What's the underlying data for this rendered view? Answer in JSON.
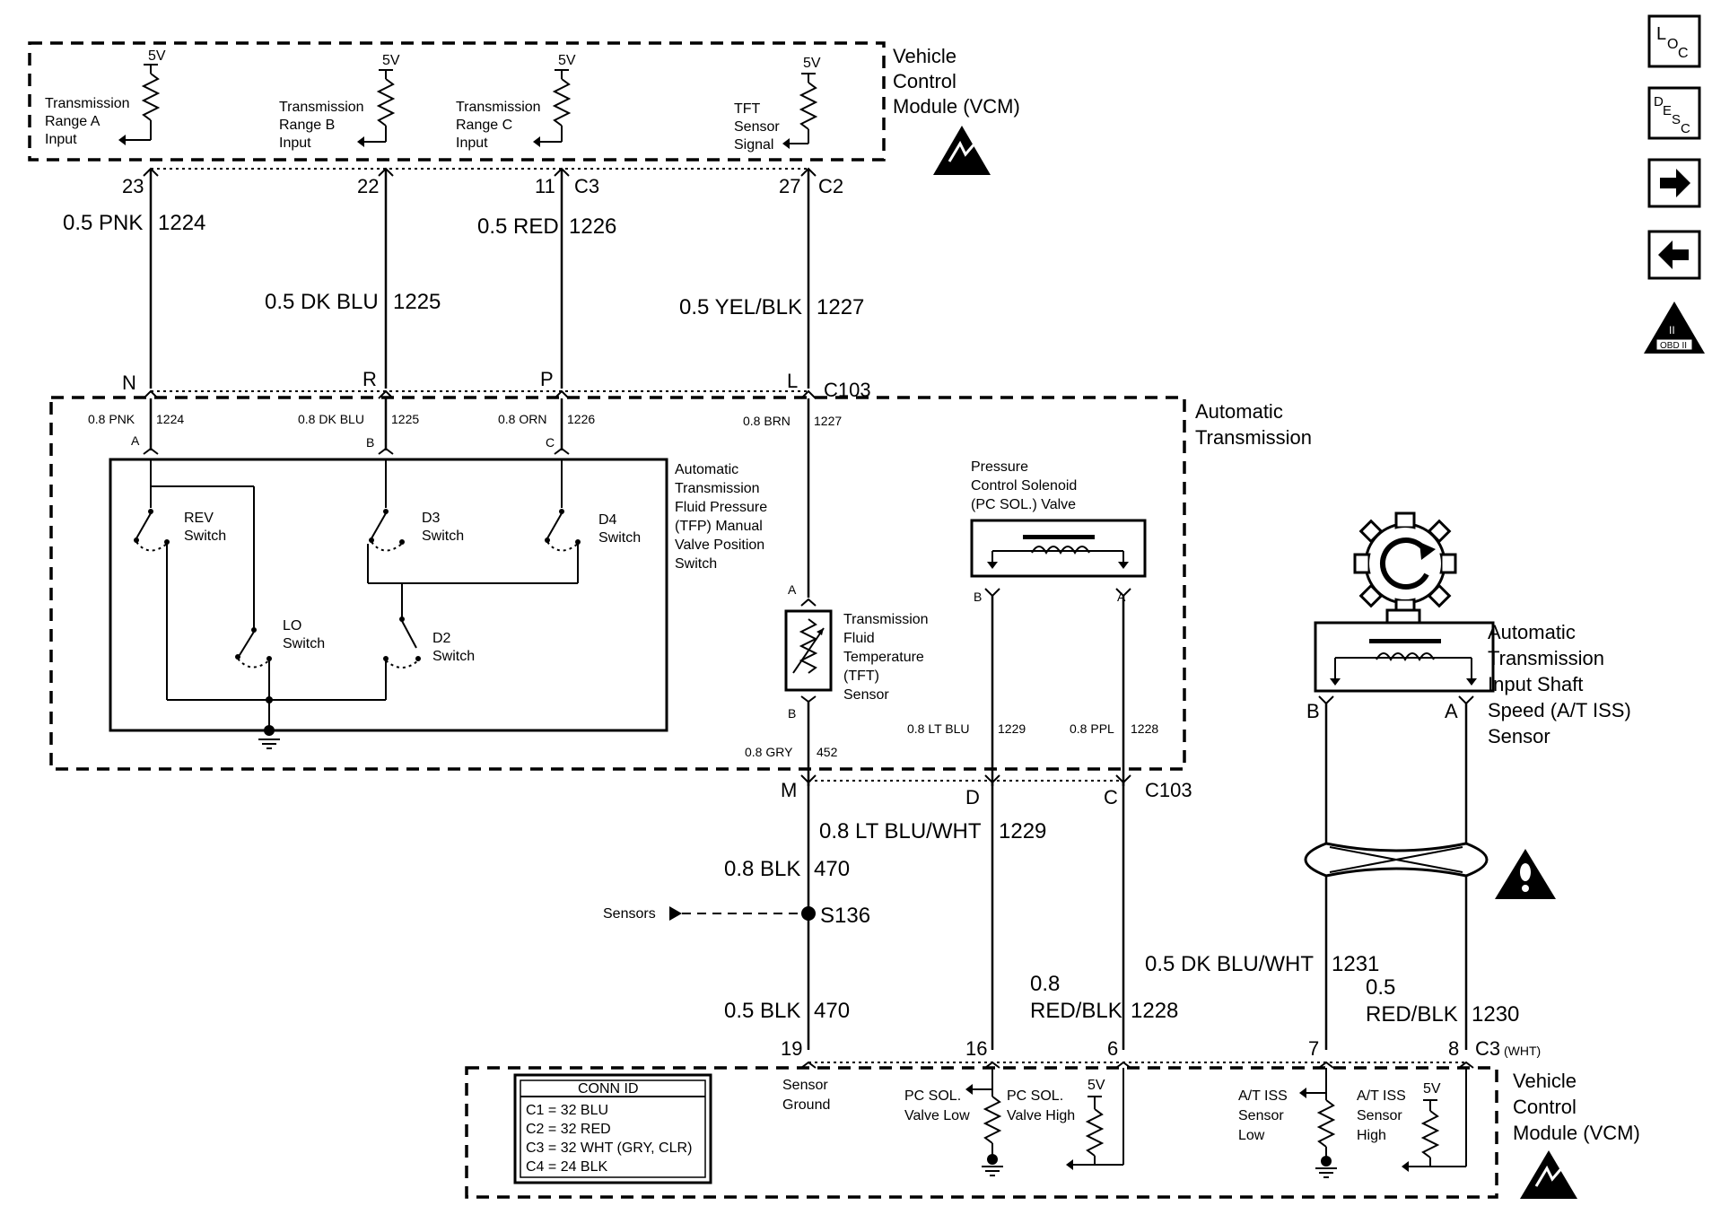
{
  "vcm_top": {
    "title_lines": [
      "Vehicle",
      "Control",
      "Module (VCM)"
    ],
    "supply": "5V",
    "inputs": [
      {
        "lines": [
          "Transmission",
          "Range A",
          "Input"
        ]
      },
      {
        "lines": [
          "Transmission",
          "Range B",
          "Input"
        ]
      },
      {
        "lines": [
          "Transmission",
          "Range C",
          "Input"
        ]
      },
      {
        "lines": [
          "TFT",
          "Sensor",
          "Signal"
        ]
      }
    ]
  },
  "top_pins": [
    {
      "pin": "23",
      "connector": ""
    },
    {
      "pin": "22",
      "connector": ""
    },
    {
      "pin": "11",
      "connector": "C3"
    },
    {
      "pin": "27",
      "connector": "C2"
    }
  ],
  "top_wires": [
    {
      "gauge_color": "0.5 PNK",
      "circuit": "1224"
    },
    {
      "gauge_color": "0.5 DK BLU",
      "circuit": "1225"
    },
    {
      "gauge_color": "0.5 RED",
      "circuit": "1226"
    },
    {
      "gauge_color": "0.5 YEL/BLK",
      "circuit": "1227"
    }
  ],
  "c103_top": {
    "pins": [
      "N",
      "R",
      "P",
      "L"
    ],
    "connector": "C103"
  },
  "transmission": {
    "title_lines": [
      "Automatic",
      "Transmission"
    ],
    "inner_wires": [
      {
        "gauge_color": "0.8 PNK",
        "circuit": "1224",
        "terminal": "A"
      },
      {
        "gauge_color": "0.8 DK BLU",
        "circuit": "1225",
        "terminal": "B"
      },
      {
        "gauge_color": "0.8 ORN",
        "circuit": "1226",
        "terminal": "C"
      },
      {
        "gauge_color": "0.8 BRN",
        "circuit": "1227",
        "terminal": "A"
      }
    ],
    "tfp_switch": {
      "title_lines": [
        "Automatic",
        "Transmission",
        "Fluid Pressure",
        "(TFP) Manual",
        "Valve Position",
        "Switch"
      ],
      "switches": [
        {
          "lines": [
            "REV",
            "Switch"
          ]
        },
        {
          "lines": [
            "D3",
            "Switch"
          ]
        },
        {
          "lines": [
            "D4",
            "Switch"
          ]
        },
        {
          "lines": [
            "LO",
            "Switch"
          ]
        },
        {
          "lines": [
            "D2",
            "Switch"
          ]
        }
      ]
    },
    "tft_sensor": {
      "lines": [
        "Transmission",
        "Fluid",
        "Temperature",
        "(TFT)",
        "Sensor"
      ],
      "terminal_top": "A",
      "terminal_bottom": "B",
      "wire": {
        "gauge_color": "0.8 GRY",
        "circuit": "452"
      }
    },
    "pc_solenoid": {
      "lines": [
        "Pressure",
        "Control Solenoid",
        "(PC SOL.) Valve"
      ],
      "terminal_b": "B",
      "terminal_a": "A",
      "wire_b": {
        "gauge_color": "0.8 LT BLU",
        "circuit": "1229"
      },
      "wire_a": {
        "gauge_color": "0.8 PPL",
        "circuit": "1228"
      }
    }
  },
  "c103_bottom": {
    "pins": [
      "M",
      "D",
      "C"
    ],
    "connector": "C103"
  },
  "iss_sensor": {
    "lines": [
      "Automatic",
      "Transmission",
      "Input Shaft",
      "Speed (A/T ISS)",
      "Sensor"
    ],
    "terminal_b": "B",
    "terminal_a": "A"
  },
  "bottom_wires": {
    "pc_high": {
      "gauge_color": "0.8 LT BLU/WHT",
      "circuit": "1229"
    },
    "blk_upper": {
      "gauge_color": "0.8 BLK",
      "circuit": "470"
    },
    "splice": {
      "label": "Sensors",
      "name": "S136"
    },
    "blk_lower": {
      "gauge_color": "0.5 BLK",
      "circuit": "470"
    },
    "pc_low_lines": [
      "0.8",
      "RED/BLK"
    ],
    "pc_low_circuit": "1228",
    "iss_low": {
      "gauge_color": "0.5 DK BLU/WHT",
      "circuit": "1231"
    },
    "iss_high_lines": [
      "0.5",
      "RED/BLK"
    ],
    "iss_high_circuit": "1230"
  },
  "bottom_pins": [
    {
      "pin": "19"
    },
    {
      "pin": "16"
    },
    {
      "pin": "6"
    },
    {
      "pin": "7"
    },
    {
      "pin": "8"
    }
  ],
  "bottom_connector": {
    "name": "C3",
    "note": "(WHT)"
  },
  "vcm_bottom": {
    "title_lines": [
      "Vehicle",
      "Control",
      "Module (VCM)"
    ],
    "supply": "5V",
    "labels": [
      {
        "lines": [
          "Sensor",
          "Ground"
        ]
      },
      {
        "lines": [
          "PC SOL.",
          "Valve Low"
        ]
      },
      {
        "lines": [
          "PC SOL.",
          "Valve High"
        ]
      },
      {
        "lines": [
          "A/T ISS",
          "Sensor",
          "Low"
        ]
      },
      {
        "lines": [
          "A/T ISS",
          "Sensor",
          "High"
        ]
      }
    ]
  },
  "conn_id": {
    "title": "CONN ID",
    "rows": [
      "C1 = 32 BLU",
      "C2 = 32 RED",
      "C3 = 32 WHT (GRY, CLR)",
      "C4 = 24 BLK"
    ]
  },
  "side_icons": [
    {
      "name": "loc-icon",
      "text": "LOC"
    },
    {
      "name": "desc-icon",
      "text": "DESC"
    },
    {
      "name": "next-arrow-icon",
      "glyph": "➡"
    },
    {
      "name": "prev-arrow-icon",
      "glyph": "⬅"
    },
    {
      "name": "obd-ii-icon",
      "text": "OBD II"
    }
  ]
}
